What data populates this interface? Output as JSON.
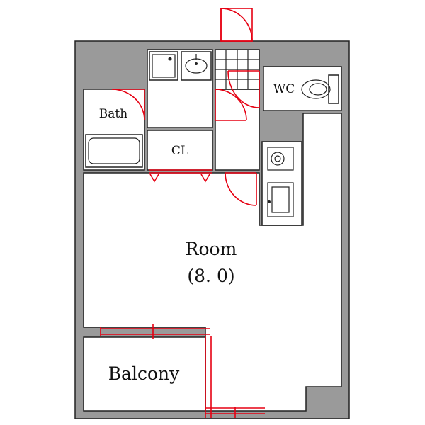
{
  "rooms": {
    "bath": "Bath",
    "closet": "CL",
    "toilet": "WC",
    "room": "Room",
    "room_size": "(8. 0)",
    "balcony": "Balcony"
  },
  "colors": {
    "wall": "#9a9a9a",
    "door": "#e60012",
    "line": "#222222",
    "floor": "#ffffff"
  }
}
